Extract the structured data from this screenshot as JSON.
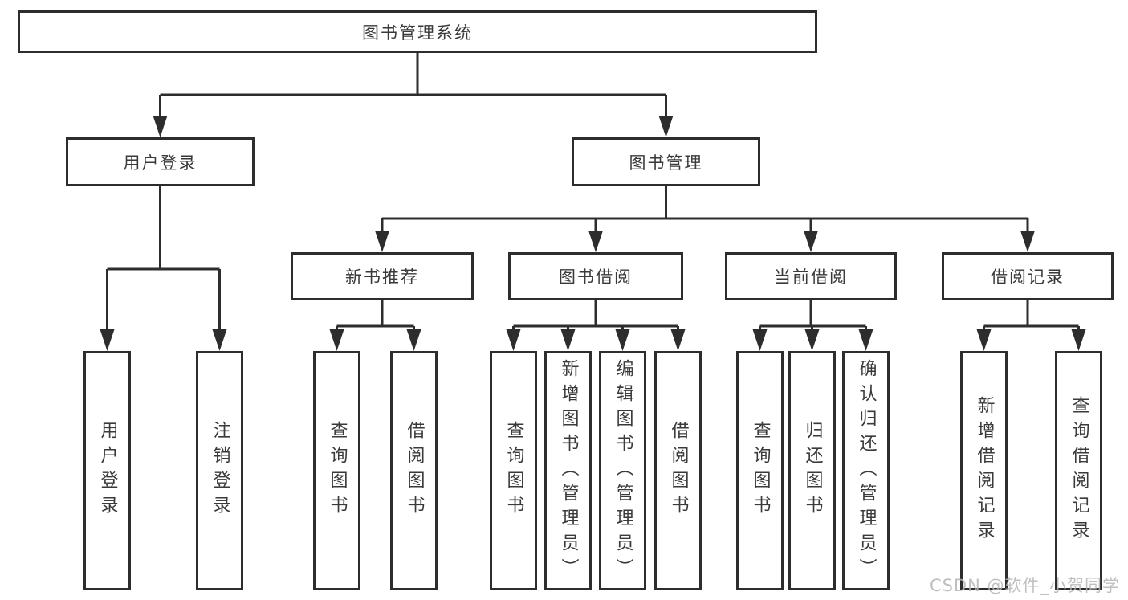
{
  "colors": {
    "line": "#2d2d2d",
    "text": "#3a3a3a",
    "box_background": "#ffffff",
    "watermark": "#b5b5b5"
  },
  "watermark": {
    "text": "CSDN @软件_小贺同学"
  },
  "tree": {
    "root": {
      "label": "图书管理系统"
    },
    "branches": [
      {
        "label": "用户登录",
        "children": [
          {
            "label": "用户登录"
          },
          {
            "label": "注销登录"
          }
        ]
      },
      {
        "label": "图书管理",
        "children": [
          {
            "label": "新书推荐",
            "children": [
              {
                "label": "查询图书"
              },
              {
                "label": "借阅图书"
              }
            ]
          },
          {
            "label": "图书借阅",
            "children": [
              {
                "label": "查询图书"
              },
              {
                "label": "新增图书（管理员）"
              },
              {
                "label": "编辑图书（管理员）"
              },
              {
                "label": "借阅图书"
              }
            ]
          },
          {
            "label": "当前借阅",
            "children": [
              {
                "label": "查询图书"
              },
              {
                "label": "归还图书"
              },
              {
                "label": "确认归还（管理员）"
              }
            ]
          },
          {
            "label": "借阅记录",
            "children": [
              {
                "label": "新增借阅记录"
              },
              {
                "label": "查询借阅记录"
              }
            ]
          }
        ]
      }
    ]
  }
}
